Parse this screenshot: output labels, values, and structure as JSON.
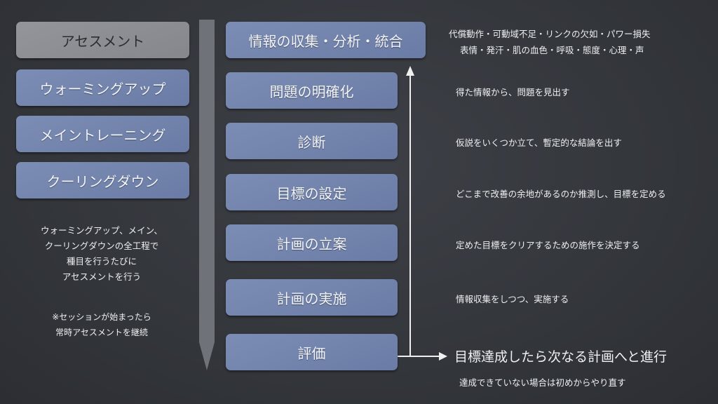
{
  "left_boxes": [
    "アセスメント",
    "ウォーミングアップ",
    "メイントレーニング",
    "クーリングダウン"
  ],
  "left_note": [
    "ウォーミングアップ、メイン、",
    "クーリングダウンの全工程で",
    "種目を行うたびに",
    "アセスメントを行う"
  ],
  "session_note": [
    "※セッションが始まったら",
    "常時アセスメントを継続"
  ],
  "steps": [
    "情報の収集・分析・統合",
    "問題の明確化",
    "診断",
    "目標の設定",
    "計画の立案",
    "計画の実施",
    "評価"
  ],
  "descriptions": {
    "info_1": "代償動作・可動域不足・リンクの欠如・パワー損失",
    "info_2": "表情・発汗・肌の血色・呼吸・態度・心理・声",
    "problem": "得た情報から、問題を見出す",
    "diagnosis": "仮説をいくつか立て、暫定的な結論を出す",
    "goal": "どこまで改善の余地があるのか推測し、目標を定める",
    "plan": "定めた目標をクリアするための施作を決定する",
    "execute": "情報収集をしつつ、実施する"
  },
  "result": "目標達成したら次なる計画へと進行",
  "retry": "達成できていない場合は初めからやり直す"
}
